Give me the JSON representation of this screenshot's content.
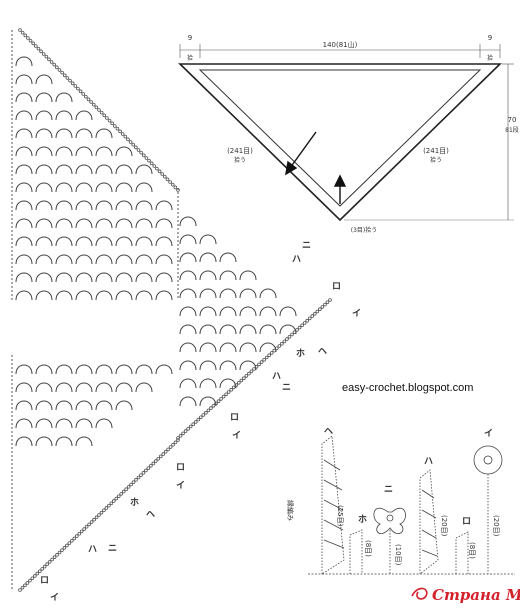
{
  "shawl_diagram": {
    "width_label": "140(81山)",
    "left_edge_label": "9",
    "left_edge_sub": "拾",
    "right_edge_label": "9",
    "right_edge_sub": "拾",
    "left_side_label": "(241目)",
    "left_side_sub": "拾う",
    "right_side_label": "(241目)",
    "right_side_sub": "拾う",
    "bottom_label": "(3目)拾う",
    "height_label": "70",
    "height_sub": "81段"
  },
  "chart_symbols": {
    "i": "イ",
    "ro": "ロ",
    "ha": "ハ",
    "ni": "ニ",
    "ho": "ホ",
    "he": "ヘ"
  },
  "flowers": {
    "title": "縁編み",
    "counts": [
      "(25目)",
      "(8目)",
      "(10目)",
      "(20目)",
      "(8目)",
      "(20目)"
    ]
  },
  "watermark": "easy-crochet.blogspot.com",
  "brand": "Страна Мам"
}
